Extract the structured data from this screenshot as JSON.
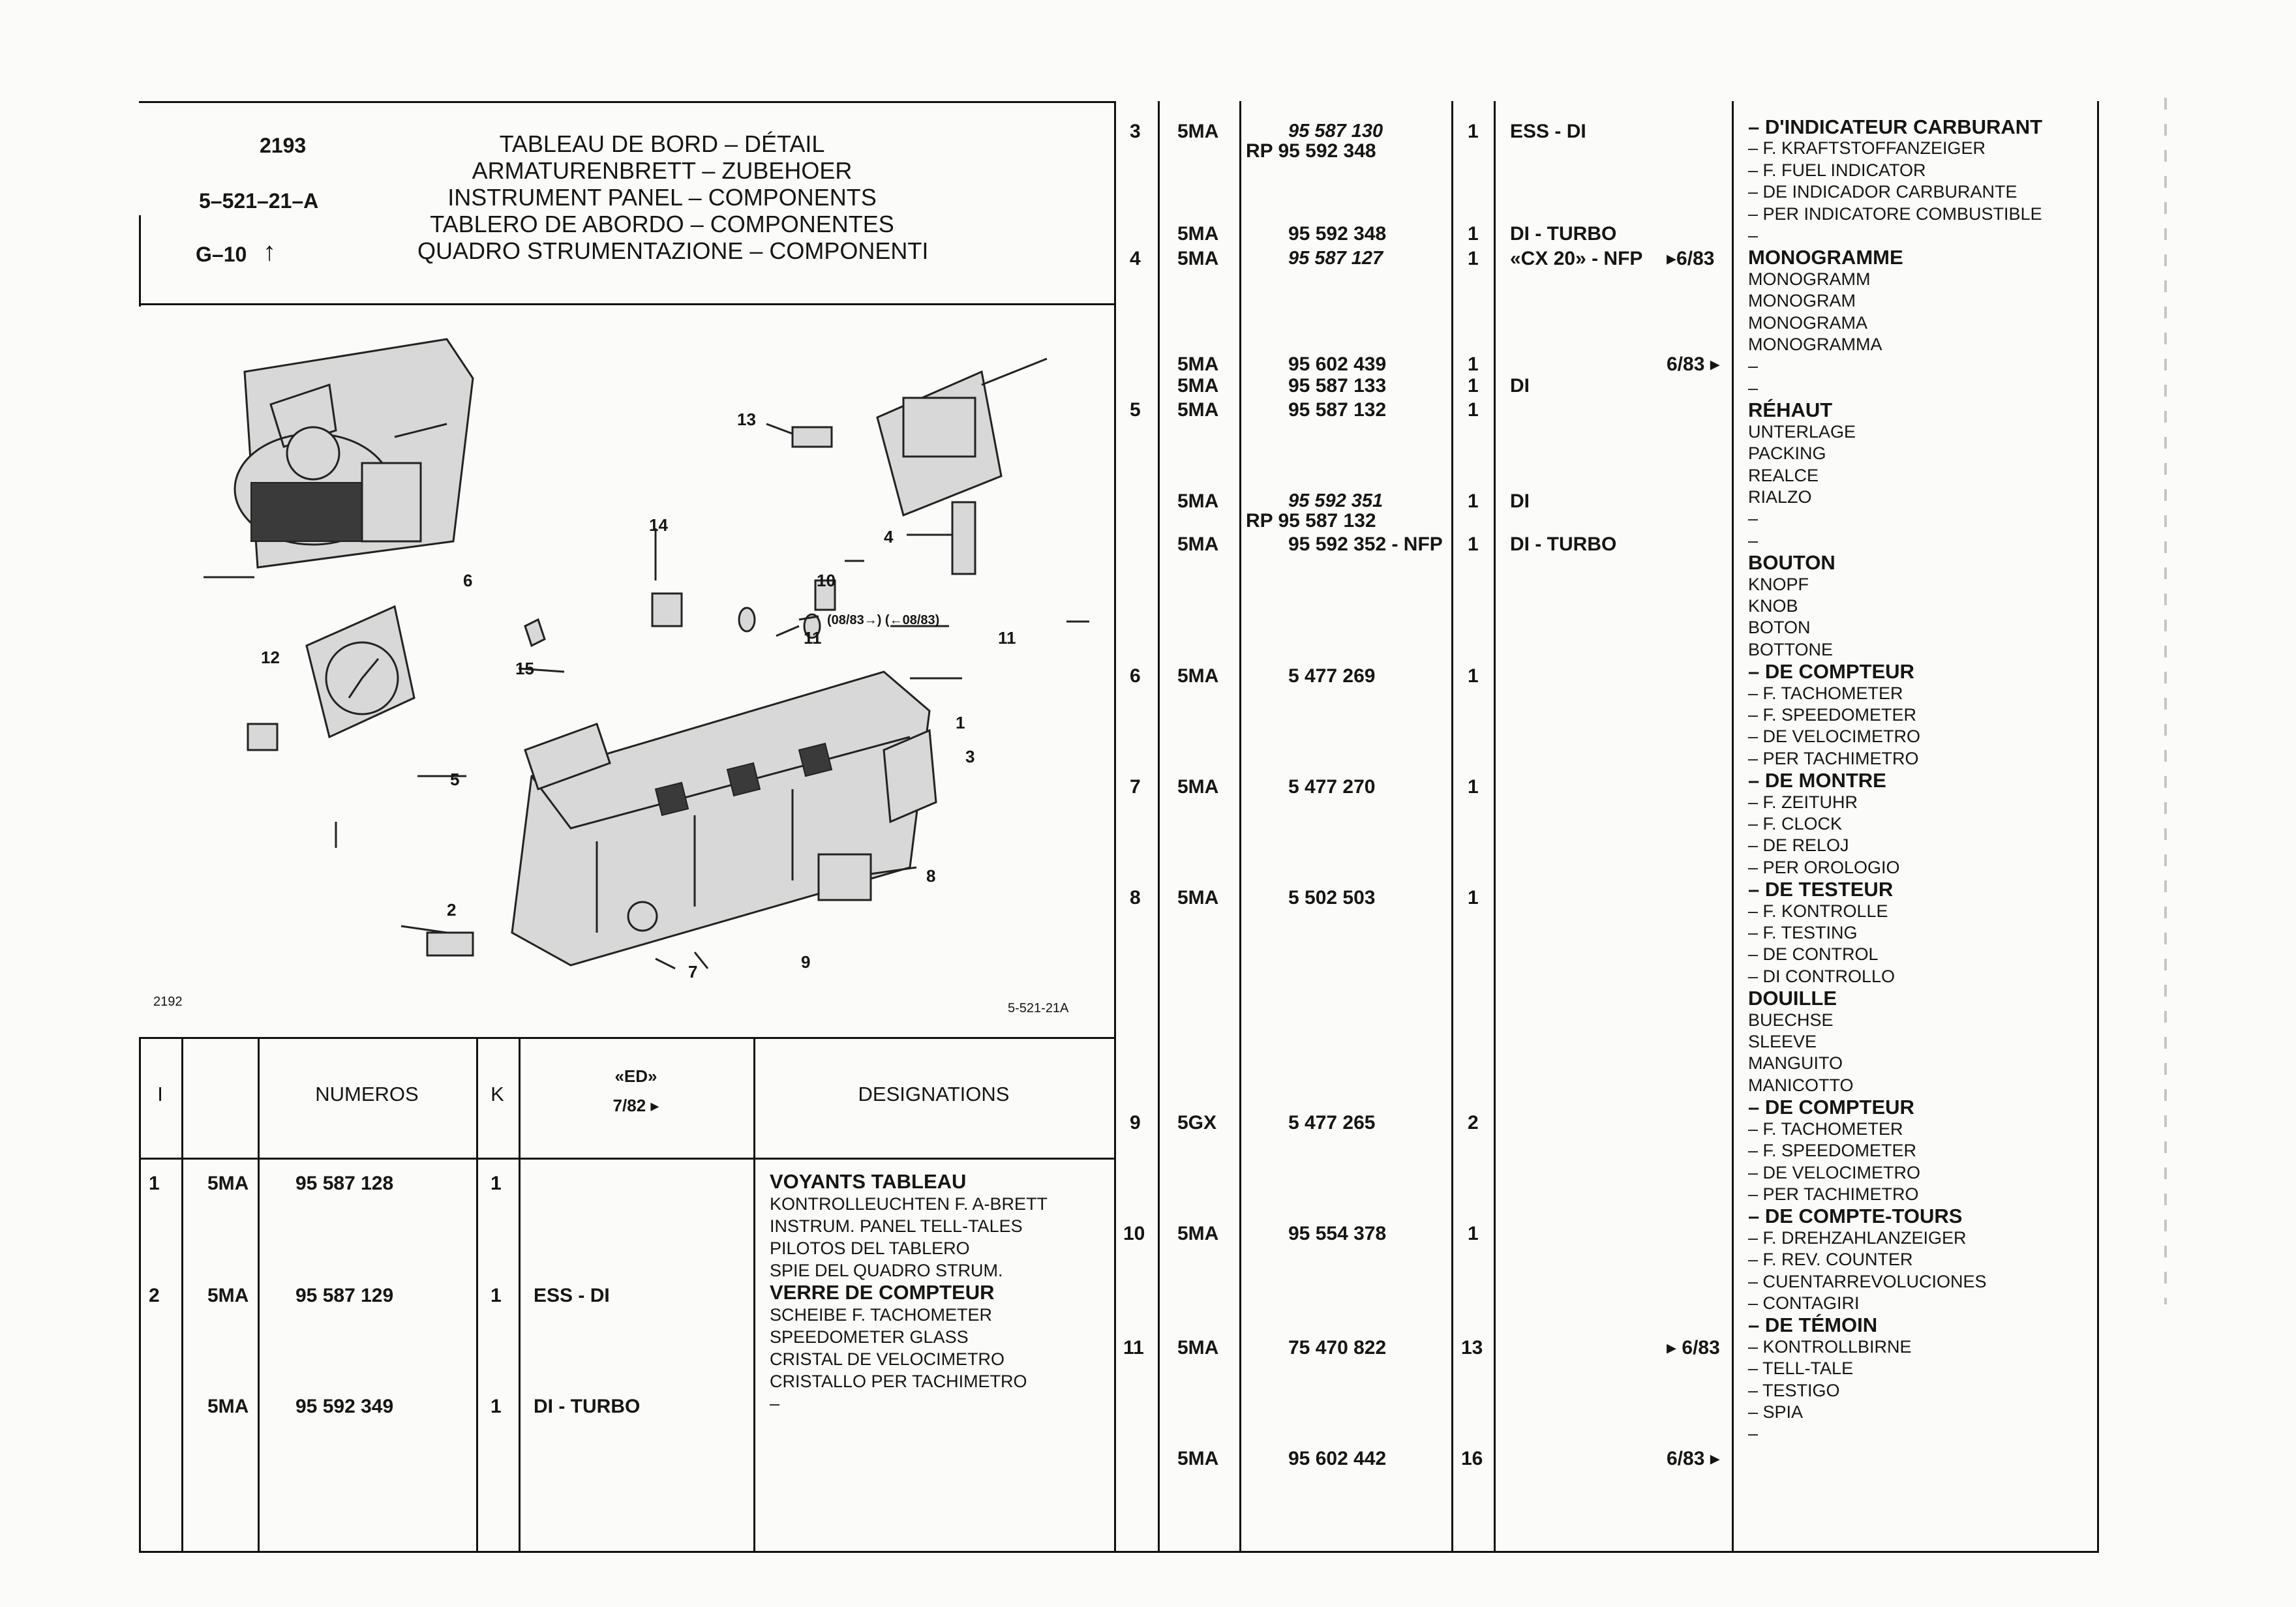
{
  "header": {
    "ref": "2193",
    "code": "5–521–21–A",
    "group": "G–10",
    "arrow": "↑",
    "titles": [
      "TABLEAU DE BORD – DÉTAIL",
      "ARMATURENBRETT – ZUBEHOER",
      "INSTRUMENT PANEL – COMPONENTS",
      "TABLERO DE ABORDO – COMPONENTES",
      "QUADRO STRUMENTAZIONE – COMPONENTI"
    ]
  },
  "diagram": {
    "left_ref": "2192",
    "right_ref": "5-521-21A",
    "date_note": "(08/83→) (←08/83)",
    "callouts": [
      "1",
      "2",
      "3",
      "4",
      "5",
      "6",
      "7",
      "8",
      "9",
      "10",
      "11",
      "11",
      "12",
      "13",
      "14",
      "15"
    ]
  },
  "table_header": {
    "col_index": "I",
    "col_numeros": "NUMEROS",
    "col_k": "K",
    "col_ed": "«ED»",
    "col_ed_date": "7/82 ▸",
    "col_designations": "DESIGNATIONS"
  },
  "left_rows": [
    {
      "idx": "1",
      "prefix": "5MA",
      "number": "95 587 128",
      "qty": "1",
      "note": ""
    },
    {
      "idx": "2",
      "prefix": "5MA",
      "number": "95 587 129",
      "qty": "1",
      "note": "ESS - DI"
    },
    {
      "idx": "",
      "prefix": "5MA",
      "number": "95 592 349",
      "qty": "1",
      "note": "DI - TURBO"
    }
  ],
  "left_designations": {
    "voyants_head": "VOYANTS TABLEAU",
    "voyants": [
      "KONTROLLEUCHTEN F. A-BRETT",
      "INSTRUM. PANEL TELL-TALES",
      "PILOTOS DEL TABLERO",
      "SPIE DEL QUADRO STRUM."
    ],
    "verre_head": "VERRE DE COMPTEUR",
    "verre": [
      "SCHEIBE F. TACHOMETER",
      "SPEEDOMETER GLASS",
      "CRISTAL DE VELOCIMETRO",
      "CRISTALLO PER TACHIMETRO",
      "–"
    ]
  },
  "right_rows": [
    {
      "idx": "3",
      "prefix": "5MA",
      "number": "95 587 130",
      "italic": true,
      "qty": "1",
      "note": "ESS - DI",
      "date": ""
    },
    {
      "idx": "",
      "prefix": "",
      "number": "RP 95 592 348",
      "italic": false,
      "qty": "",
      "note": "",
      "date": ""
    },
    {
      "idx": "",
      "prefix": "5MA",
      "number": "95 592 348",
      "italic": false,
      "qty": "1",
      "note": "DI - TURBO",
      "date": ""
    },
    {
      "idx": "4",
      "prefix": "5MA",
      "number": "95 587 127",
      "italic": true,
      "qty": "1",
      "note": "«CX 20» - NFP",
      "date": "▸6/83"
    },
    {
      "idx": "",
      "prefix": "5MA",
      "number": "95 602 439",
      "italic": false,
      "qty": "1",
      "note": "",
      "date": "6/83 ▸"
    },
    {
      "idx": "",
      "prefix": "5MA",
      "number": "95 587 133",
      "italic": false,
      "qty": "1",
      "note": "DI",
      "date": ""
    },
    {
      "idx": "5",
      "prefix": "5MA",
      "number": "95 587 132",
      "italic": false,
      "qty": "1",
      "note": "",
      "date": ""
    },
    {
      "idx": "",
      "prefix": "5MA",
      "number": "95 592 351",
      "italic": true,
      "qty": "1",
      "note": "DI",
      "date": ""
    },
    {
      "idx": "",
      "prefix": "",
      "number": "RP 95 587 132",
      "italic": false,
      "qty": "",
      "note": "",
      "date": ""
    },
    {
      "idx": "",
      "prefix": "5MA",
      "number": "95 592 352 - NFP",
      "italic": false,
      "qty": "1",
      "note": "DI - TURBO",
      "date": ""
    },
    {
      "idx": "6",
      "prefix": "5MA",
      "number": "5 477 269",
      "italic": false,
      "qty": "1",
      "note": "",
      "date": ""
    },
    {
      "idx": "7",
      "prefix": "5MA",
      "number": "5 477 270",
      "italic": false,
      "qty": "1",
      "note": "",
      "date": ""
    },
    {
      "idx": "8",
      "prefix": "5MA",
      "number": "5 502 503",
      "italic": false,
      "qty": "1",
      "note": "",
      "date": ""
    },
    {
      "idx": "9",
      "prefix": "5GX",
      "number": "5 477 265",
      "italic": false,
      "qty": "2",
      "note": "",
      "date": ""
    },
    {
      "idx": "10",
      "prefix": "5MA",
      "number": "95 554 378",
      "italic": false,
      "qty": "1",
      "note": "",
      "date": ""
    },
    {
      "idx": "11",
      "prefix": "5MA",
      "number": "75 470 822",
      "italic": false,
      "qty": "13",
      "note": "",
      "date": "▸ 6/83"
    },
    {
      "idx": "",
      "prefix": "5MA",
      "number": "95 602 442",
      "italic": false,
      "qty": "16",
      "note": "",
      "date": "6/83 ▸"
    }
  ],
  "right_designations": [
    {
      "text": "– D'INDICATEUR CARBURANT",
      "bold": true
    },
    {
      "text": "– F. KRAFTSTOFFANZEIGER",
      "bold": false
    },
    {
      "text": "– F. FUEL INDICATOR",
      "bold": false
    },
    {
      "text": "– DE INDICADOR CARBURANTE",
      "bold": false
    },
    {
      "text": "– PER INDICATORE COMBUSTIBLE",
      "bold": false
    },
    {
      "text": "–",
      "bold": false
    },
    {
      "text": "MONOGRAMME",
      "bold": true
    },
    {
      "text": "MONOGRAMM",
      "bold": false
    },
    {
      "text": "MONOGRAM",
      "bold": false
    },
    {
      "text": "MONOGRAMA",
      "bold": false
    },
    {
      "text": "MONOGRAMMA",
      "bold": false
    },
    {
      "text": "–",
      "bold": false
    },
    {
      "text": "–",
      "bold": false
    },
    {
      "text": "RÉHAUT",
      "bold": true
    },
    {
      "text": "UNTERLAGE",
      "bold": false
    },
    {
      "text": "PACKING",
      "bold": false
    },
    {
      "text": "REALCE",
      "bold": false
    },
    {
      "text": "RIALZO",
      "bold": false
    },
    {
      "text": "–",
      "bold": false
    },
    {
      "text": "–",
      "bold": false
    },
    {
      "text": "BOUTON",
      "bold": true
    },
    {
      "text": "KNOPF",
      "bold": false
    },
    {
      "text": "KNOB",
      "bold": false
    },
    {
      "text": "BOTON",
      "bold": false
    },
    {
      "text": "BOTTONE",
      "bold": false
    },
    {
      "text": "– DE COMPTEUR",
      "bold": true
    },
    {
      "text": "– F. TACHOMETER",
      "bold": false
    },
    {
      "text": "– F. SPEEDOMETER",
      "bold": false
    },
    {
      "text": "– DE VELOCIMETRO",
      "bold": false
    },
    {
      "text": "– PER TACHIMETRO",
      "bold": false
    },
    {
      "text": "– DE MONTRE",
      "bold": true
    },
    {
      "text": "– F. ZEITUHR",
      "bold": false
    },
    {
      "text": "– F. CLOCK",
      "bold": false
    },
    {
      "text": "– DE RELOJ",
      "bold": false
    },
    {
      "text": "– PER OROLOGIO",
      "bold": false
    },
    {
      "text": "– DE TESTEUR",
      "bold": true
    },
    {
      "text": "– F. KONTROLLE",
      "bold": false
    },
    {
      "text": "– F. TESTING",
      "bold": false
    },
    {
      "text": "– DE CONTROL",
      "bold": false
    },
    {
      "text": "– DI CONTROLLO",
      "bold": false
    },
    {
      "text": "DOUILLE",
      "bold": true
    },
    {
      "text": "BUECHSE",
      "bold": false
    },
    {
      "text": "SLEEVE",
      "bold": false
    },
    {
      "text": "MANGUITO",
      "bold": false
    },
    {
      "text": "MANICOTTO",
      "bold": false
    },
    {
      "text": "– DE COMPTEUR",
      "bold": true
    },
    {
      "text": "– F. TACHOMETER",
      "bold": false
    },
    {
      "text": "– F. SPEEDOMETER",
      "bold": false
    },
    {
      "text": "– DE VELOCIMETRO",
      "bold": false
    },
    {
      "text": "– PER TACHIMETRO",
      "bold": false
    },
    {
      "text": "– DE COMPTE-TOURS",
      "bold": true
    },
    {
      "text": "– F. DREHZAHLANZEIGER",
      "bold": false
    },
    {
      "text": "– F. REV. COUNTER",
      "bold": false
    },
    {
      "text": "– CUENTARREVOLUCIONES",
      "bold": false
    },
    {
      "text": "– CONTAGIRI",
      "bold": false
    },
    {
      "text": "– DE TÉMOIN",
      "bold": true
    },
    {
      "text": "– KONTROLLBIRNE",
      "bold": false
    },
    {
      "text": "– TELL-TALE",
      "bold": false
    },
    {
      "text": "– TESTIGO",
      "bold": false
    },
    {
      "text": "– SPIA",
      "bold": false
    },
    {
      "text": "–",
      "bold": false
    }
  ]
}
